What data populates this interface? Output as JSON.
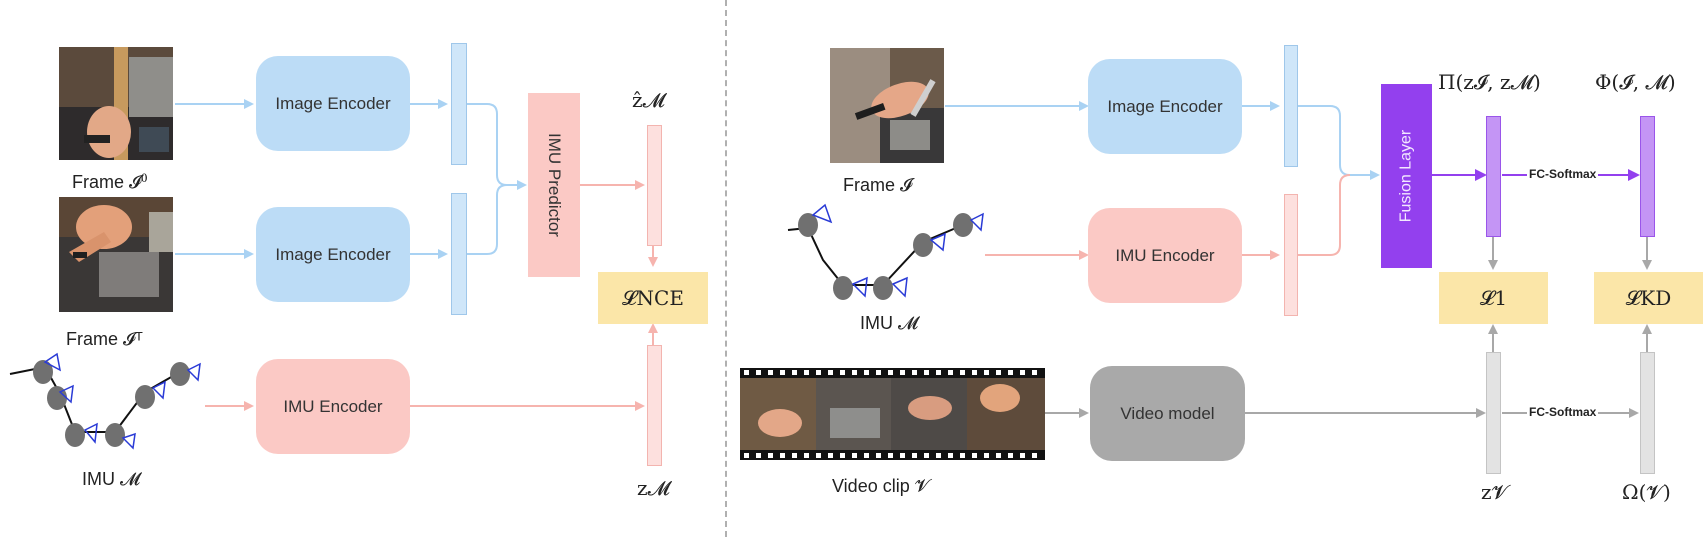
{
  "left": {
    "frame0_caption": "Frame 𝓘⁰",
    "frameT_caption": "Frame 𝓘ᵀ",
    "imu_caption": "IMU 𝓜",
    "image_encoder_top": "Image Encoder",
    "image_encoder_bottom": "Image Encoder",
    "imu_encoder": "IMU Encoder",
    "imu_predictor": "IMU Predictor",
    "zhat_label": "ẑ𝓜",
    "z_label": "z𝓜",
    "loss_nce": "𝓛NCE"
  },
  "right": {
    "frame_caption": "Frame 𝓘",
    "imu_caption": "IMU 𝓜",
    "video_caption": "Video clip 𝓥",
    "image_encoder": "Image Encoder",
    "imu_encoder": "IMU Encoder",
    "video_model": "Video model",
    "fusion_layer": "Fusion Layer",
    "pi_label": "Π(z𝓘, z𝓜)",
    "phi_label": "Φ(𝓘, 𝓜)",
    "fc_softmax_top": "FC-Softmax",
    "fc_softmax_bottom": "FC-Softmax",
    "loss_l1": "𝓛1",
    "loss_kd": "𝓛KD",
    "zv_label": "z𝓥",
    "omega_label": "Ω(𝓥)"
  },
  "colors": {
    "blue_encoder": "#bcdcf6",
    "pink_encoder": "#fbc9c5",
    "fusion_purple": "#9340ee",
    "loss_yellow": "#fbe6a8",
    "video_gray": "#a9a9a9"
  }
}
